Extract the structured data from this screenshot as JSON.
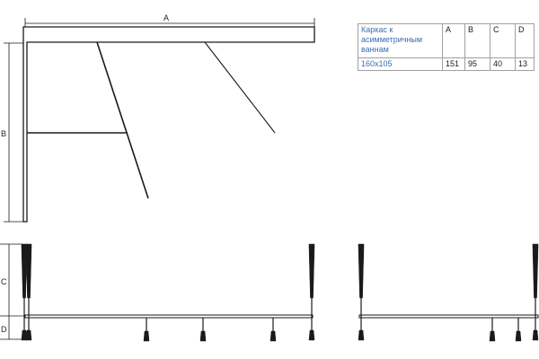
{
  "dimensions": {
    "a": "A",
    "b": "B",
    "c": "C",
    "d": "D"
  },
  "table": {
    "title": "Каркас к асимметричным ваннам",
    "columns": [
      "A",
      "B",
      "C",
      "D"
    ],
    "rows": [
      {
        "size": "160x105",
        "values": [
          "151",
          "95",
          "40",
          "13"
        ]
      }
    ]
  },
  "colors": {
    "line": "#1a1a1a",
    "table_text": "#3a6fb0",
    "table_border": "#a0a0a0"
  }
}
